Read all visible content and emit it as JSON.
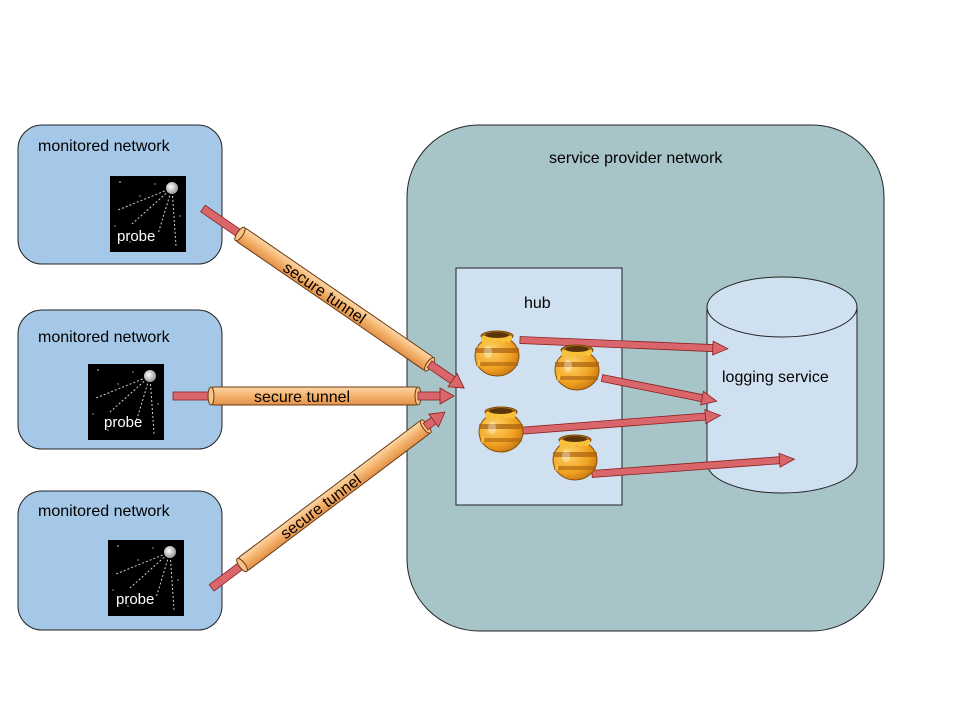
{
  "networks": [
    {
      "label": "monitored network",
      "probe_label": "probe"
    },
    {
      "label": "monitored network",
      "probe_label": "probe"
    },
    {
      "label": "monitored network",
      "probe_label": "probe"
    }
  ],
  "tunnels": [
    {
      "label": "secure tunnel"
    },
    {
      "label": "secure tunnel"
    },
    {
      "label": "secure tunnel"
    }
  ],
  "provider": {
    "label": "service provider network"
  },
  "hub": {
    "label": "hub"
  },
  "logging": {
    "label": "logging service"
  },
  "colors": {
    "monitored_fill": "#a6c8e8",
    "provider_fill": "#a7c4c8",
    "hub_fill": "#cfe0f0",
    "db_fill": "#cfe0f0",
    "tunnel_fill": "#f5b26b",
    "arrow_fill": "#d9666a"
  },
  "icons": [
    "satellite-icon",
    "honeypot-icon"
  ]
}
